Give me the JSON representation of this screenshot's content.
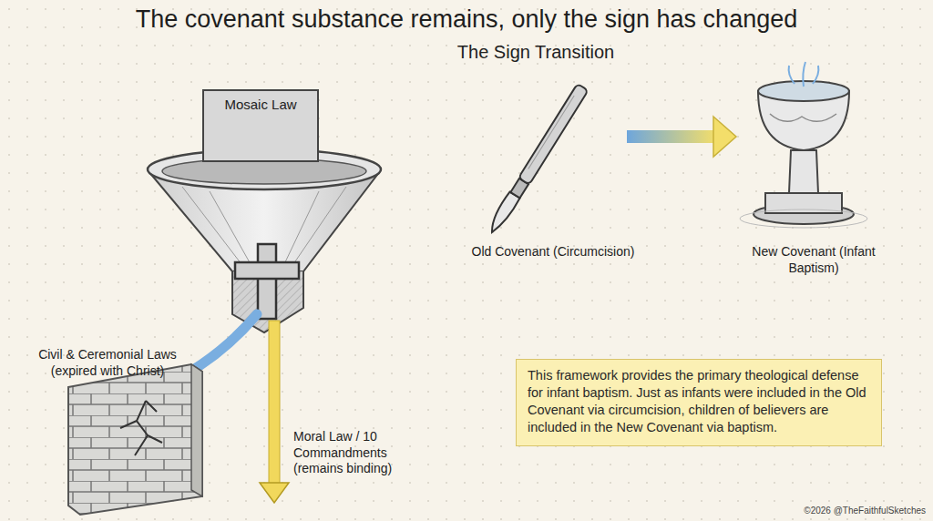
{
  "diagram": {
    "title": "The covenant substance remains, only the sign has changed",
    "nodes": [
      {
        "text": [
          "Mosaic Law"
        ]
      },
      {
        "text": [
          "This framework provides the primary theological defense for infant baptism. Just as infants were included in the Old Covenant via circumcision, children of believers are included in the New Covenant via baptism."
        ]
      }
    ],
    "labels": [
      "Civil & Ceremonial Laws (expired with Christ)",
      "Moral Law / 10 Commandments (remains binding)",
      "The Sign Transition",
      "Old Covenant (Circumcision)",
      "New Covenant (Infant Baptism)",
      "©2026 @TheFaithfulSketches"
    ]
  }
}
